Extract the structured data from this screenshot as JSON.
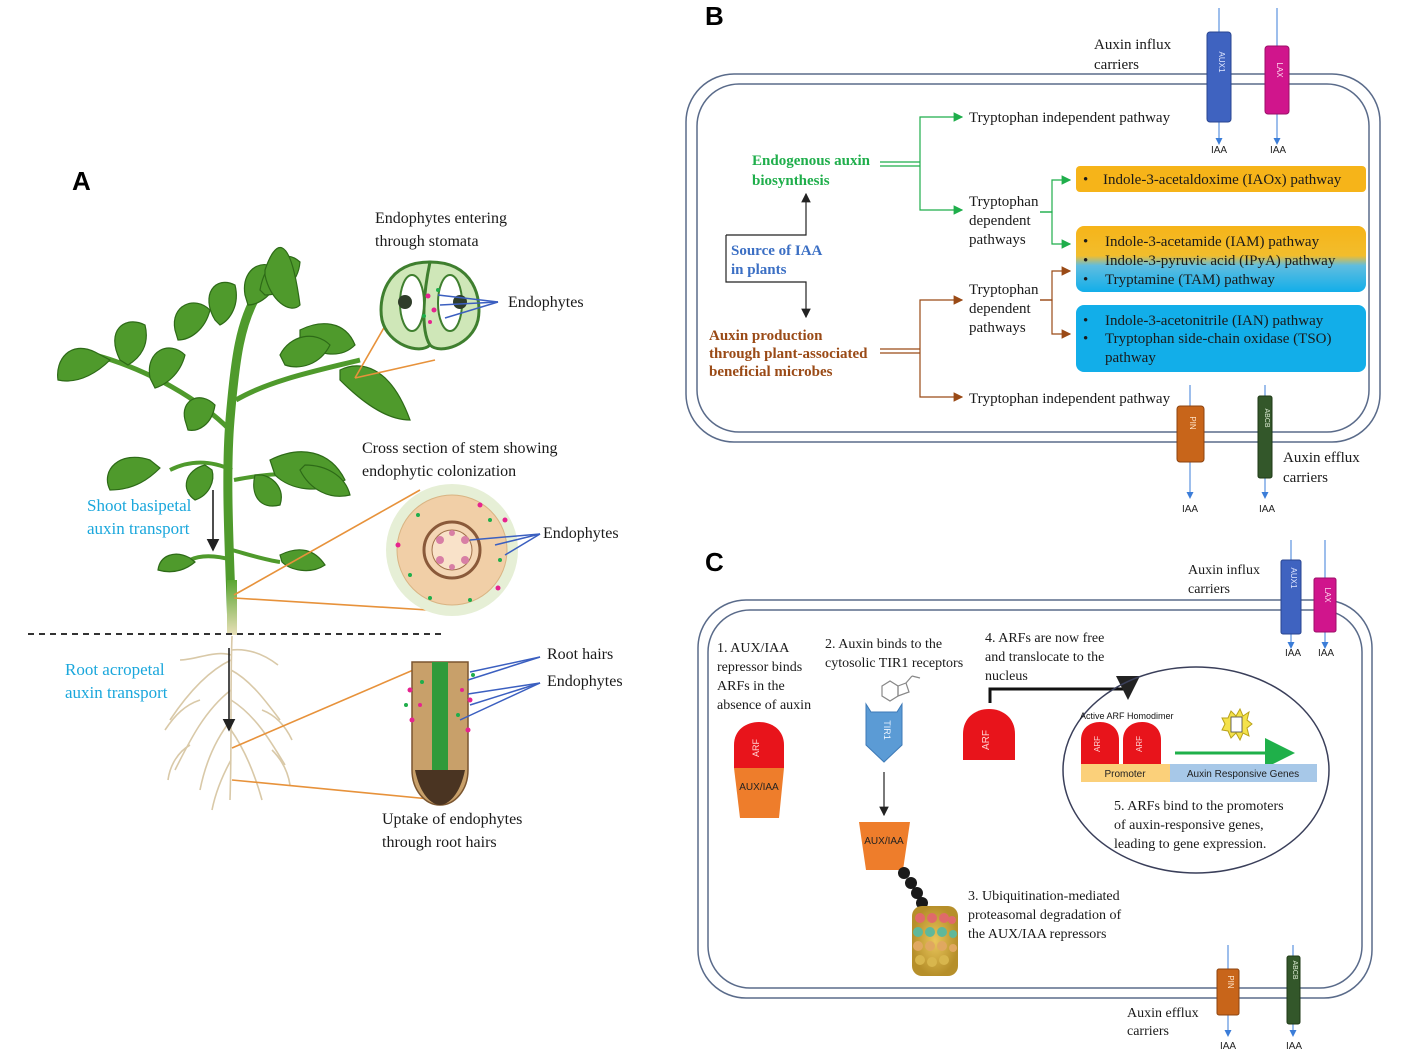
{
  "panels": {
    "a": "A",
    "b": "B",
    "c": "C"
  },
  "panelA": {
    "stomata_title": [
      "Endophytes entering",
      "through stomata"
    ],
    "endophytes_1": "Endophytes",
    "stem_title": [
      "Cross section of stem showing",
      "endophytic colonization"
    ],
    "endophytes_2": "Endophytes",
    "shoot_transport": [
      "Shoot basipetal",
      "auxin transport"
    ],
    "root_transport": [
      "Root acropetal",
      "auxin transport"
    ],
    "root_hairs": "Root hairs",
    "endophytes_3": "Endophytes",
    "uptake": [
      "Uptake of endophytes",
      "through root hairs"
    ]
  },
  "panelB": {
    "influx_label": [
      "Auxin influx",
      "carriers"
    ],
    "efflux_label": [
      "Auxin efflux",
      "carriers"
    ],
    "aux1": "AUX1",
    "lax": "LAX",
    "pin": "PIN",
    "abcb": "ABCB",
    "iaa": "IAA",
    "endogenous": [
      "Endogenous auxin",
      "biosynthesis"
    ],
    "source": [
      "Source of IAA",
      "in plants"
    ],
    "microbes": [
      "Auxin production",
      "through plant-associated",
      "beneficial microbes"
    ],
    "trp_indep_top": "Tryptophan independent pathway",
    "trp_dep_1": [
      "Tryptophan",
      "dependent",
      "pathways"
    ],
    "trp_dep_2": [
      "Tryptophan",
      "dependent",
      "pathways"
    ],
    "trp_indep_bottom": "Tryptophan independent pathway",
    "box1": [
      "Indole-3-acetaldoxime (IAOx) pathway"
    ],
    "box2": [
      "Indole-3-acetamide (IAM) pathway",
      "Indole-3-pyruvic acid (IPyA) pathway",
      "Tryptamine (TAM) pathway"
    ],
    "box3": [
      "Indole-3-acetonitrile (IAN) pathway",
      "Tryptophan side-chain oxidase (TSO)",
      "pathway"
    ],
    "bullet": "•",
    "colors": {
      "green": "#1fae4b",
      "blue": "#3b6fc4",
      "brown": "#9a4a16",
      "orange": "#f6b419",
      "cyan": "#12aee9",
      "aux1": "#3f63c0",
      "lax": "#d0158c",
      "pin": "#c8651a",
      "abcb": "#33572a"
    }
  },
  "panelC": {
    "influx_label": [
      "Auxin influx",
      "carriers"
    ],
    "efflux_label": [
      "Auxin efflux",
      "carriers"
    ],
    "aux1": "AUX1",
    "lax": "LAX",
    "pin": "PIN",
    "abcb": "ABCB",
    "iaa": "IAA",
    "step1": [
      "1. AUX/IAA",
      "repressor binds",
      "ARFs in the",
      "absence of auxin"
    ],
    "step2": [
      "2. Auxin binds to the",
      "cytosolic TIR1 receptors"
    ],
    "step3": [
      "3. Ubiquitination-mediated",
      "proteasomal degradation of",
      "the AUX/IAA repressors"
    ],
    "step4": [
      "4. ARFs are now free",
      "and translocate to the",
      "nucleus"
    ],
    "step5": [
      "5. ARFs bind to the promoters",
      "of auxin-responsive genes,",
      "leading to gene expression."
    ],
    "arf": "ARF",
    "aux_iaa": "AUX/IAA",
    "tir1": "TIR1",
    "active_homodimer": "Active ARF Homodimer",
    "promoter": "Promoter",
    "responsive_genes": "Auxin Responsive Genes"
  }
}
